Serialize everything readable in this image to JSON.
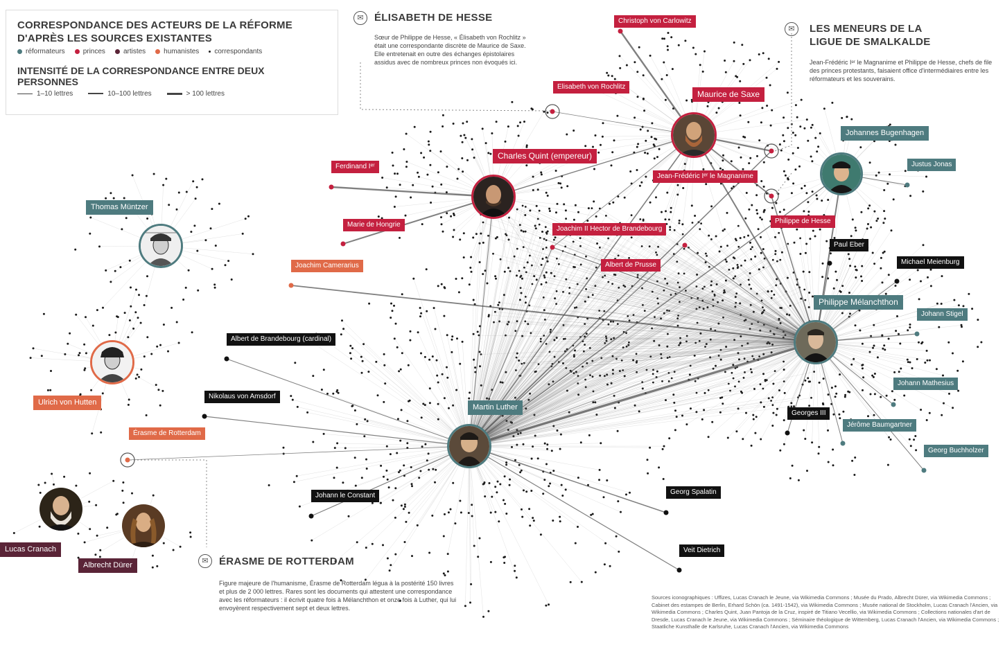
{
  "legend": {
    "title": "CORRESPONDANCE DES ACTEURS DE LA RÉFORME D'APRÈS LES SOURCES EXISTANTES",
    "categories": [
      {
        "label": "réformateurs",
        "color": "#4e7b7f"
      },
      {
        "label": "princes",
        "color": "#c4203f"
      },
      {
        "label": "artistes",
        "color": "#5a2437"
      },
      {
        "label": "humanistes",
        "color": "#e06a48"
      },
      {
        "label": "correspondants",
        "color": "#222222"
      }
    ],
    "intensity_title": "INTENSITÉ DE LA CORRESPONDANCE ENTRE DEUX PERSONNES",
    "intensity_levels": [
      "1–10 lettres",
      "10–100 lettres",
      "> 100 lettres"
    ]
  },
  "colors": {
    "reformer": "#4e7b7f",
    "prince": "#c4203f",
    "artist": "#5a2437",
    "humanist": "#e06a48",
    "correspondent": "#111111",
    "edge": "#555555"
  },
  "info_boxes": {
    "elisabeth": {
      "title": "ÉLISABETH DE HESSE",
      "text": "Sœur de Philippe de Hesse, « Élisabeth von Rochlitz » était une correspondante discrète de Maurice de Saxe. Elle entretenait en outre des échanges épistolaires assidus avec de nombreux princes non évoqués ici."
    },
    "smalkalde": {
      "title": "LES MENEURS DE LA LIGUE DE SMALKALDE",
      "text": "Jean-Frédéric Iᵉʳ le Magnanime et Philippe de Hesse, chefs de file des princes protestants, faisaient office d'intermédiaires entre les réformateurs et les souverains."
    },
    "erasme": {
      "title": "ÉRASME DE ROTTERDAM",
      "text": "Figure majeure de l'humanisme, Érasme de Rotterdam légua à la postérité 150 livres et plus de 2 000 lettres. Rares sont les documents qui attestent une correspondance avec les réformateurs : il écrivit quatre fois à Mélanchthon et onze fois à Luther, qui lui envoyèrent respectivement sept et deux lettres."
    }
  },
  "hubs": [
    {
      "id": "luther",
      "name": "Martin Luther",
      "category": "reformer"
    },
    {
      "id": "melanchthon",
      "name": "Philippe Mélanchthon",
      "category": "reformer"
    },
    {
      "id": "bugenhagen",
      "name": "Johannes Bugenhagen",
      "category": "reformer"
    },
    {
      "id": "muntzer",
      "name": "Thomas Müntzer",
      "category": "reformer"
    },
    {
      "id": "charles",
      "name": "Charles Quint (empereur)",
      "category": "prince"
    },
    {
      "id": "maurice",
      "name": "Maurice de Saxe",
      "category": "prince"
    },
    {
      "id": "hutten",
      "name": "Ulrich von Hutten",
      "category": "humanist"
    },
    {
      "id": "cranach",
      "name": "Lucas Cranach",
      "category": "artist"
    },
    {
      "id": "durer",
      "name": "Albrecht Dürer",
      "category": "artist"
    }
  ],
  "persons": [
    {
      "name": "Christoph von Carlowitz",
      "category": "prince"
    },
    {
      "name": "Elisabeth von Rochlitz",
      "category": "prince"
    },
    {
      "name": "Ferdinand Iᵉʳ",
      "category": "prince"
    },
    {
      "name": "Marie de Hongrie",
      "category": "prince"
    },
    {
      "name": "Jean-Frédéric Iᵉʳ le Magnanime",
      "category": "prince"
    },
    {
      "name": "Joachim II Hector de Brandebourg",
      "category": "prince"
    },
    {
      "name": "Albert de Prusse",
      "category": "prince"
    },
    {
      "name": "Philippe de Hesse",
      "category": "prince"
    },
    {
      "name": "Joachim Camerarius",
      "category": "humanist"
    },
    {
      "name": "Érasme de Rotterdam",
      "category": "humanist"
    },
    {
      "name": "Justus Jonas",
      "category": "reformer"
    },
    {
      "name": "Johann Stigel",
      "category": "reformer"
    },
    {
      "name": "Johann Mathesius",
      "category": "reformer"
    },
    {
      "name": "Jérôme Baumgartner",
      "category": "reformer"
    },
    {
      "name": "Georg Buchholzer",
      "category": "reformer"
    },
    {
      "name": "Paul Eber",
      "category": "correspondent"
    },
    {
      "name": "Michael Meienburg",
      "category": "correspondent"
    },
    {
      "name": "Georges III",
      "category": "correspondent"
    },
    {
      "name": "Georg Spalatin",
      "category": "correspondent"
    },
    {
      "name": "Veit Dietrich",
      "category": "correspondent"
    },
    {
      "name": "Johann le Constant",
      "category": "correspondent"
    },
    {
      "name": "Albert de Brandebourg (cardinal)",
      "category": "correspondent"
    },
    {
      "name": "Nikolaus von Amsdorf",
      "category": "correspondent"
    }
  ],
  "sources": "Sources iconographiques : Uffizes, Lucas Cranach le Jeune, via Wikimedia Commons ; Musée du Prado, Albrecht Dürer, via Wikimedia Commons ; Cabinet des estampes de Berlin, Erhard Schön (ca. 1491-1542), via Wikimedia Commons ; Musée national de Stockholm, Lucas Cranach l'Ancien, via Wikimedia Commons ; Charles Quint, Juan Pantoja de la Cruz, inspiré de Titiano Vecellio, via Wikimedia Commons ; Collections nationales d'art de Dresde, Lucas Cranach le Jeune, via Wikimedia Commons ; Séminaire théologique de Wittemberg, Lucas Cranach l'Ancien, via Wikimedia Commons ; Staatliche Kunsthalle de Karlsruhe, Lucas Cranach l'Ancien, via Wikimedia Commons"
}
